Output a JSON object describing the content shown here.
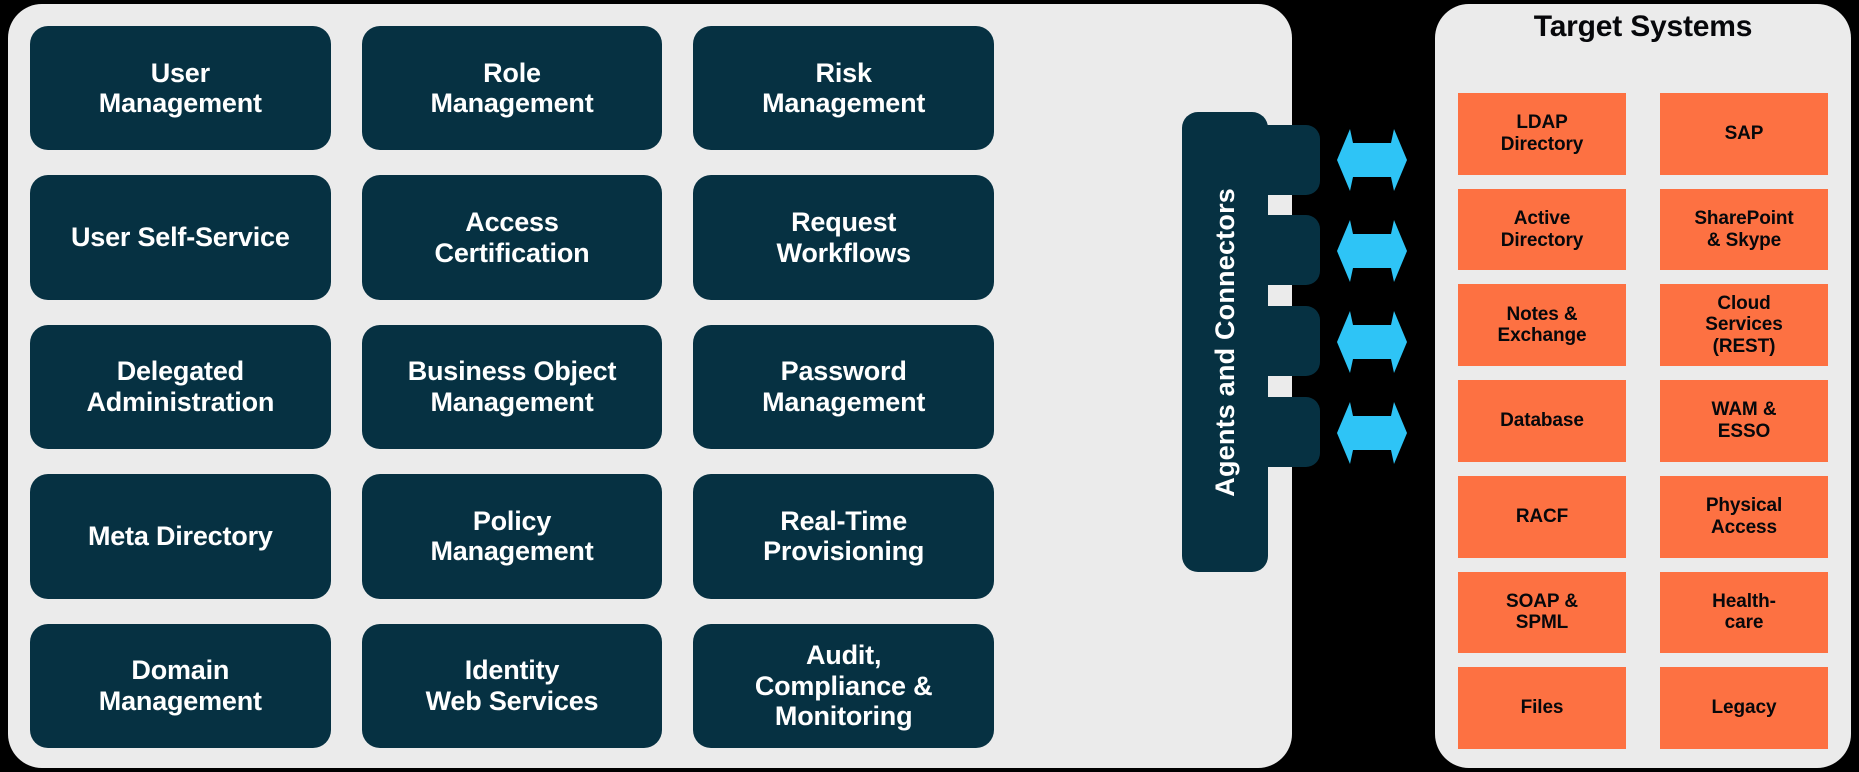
{
  "colors": {
    "background": "#000000",
    "panel": "#ebebeb",
    "capability_box": "#063142",
    "capability_text": "#ffffff",
    "target_box": "#fd7142",
    "target_text": "#07080b",
    "arrow": "#2ec4f6"
  },
  "left_panel": {
    "capabilities": [
      {
        "label": "User\nManagement"
      },
      {
        "label": "Role\nManagement"
      },
      {
        "label": "Risk\nManagement"
      },
      {
        "label": "User Self-Service"
      },
      {
        "label": "Access\nCertification"
      },
      {
        "label": "Request\nWorkflows"
      },
      {
        "label": "Delegated\nAdministration"
      },
      {
        "label": "Business Object\nManagement"
      },
      {
        "label": "Password\nManagement"
      },
      {
        "label": "Meta Directory"
      },
      {
        "label": "Policy\nManagement"
      },
      {
        "label": "Real-Time\nProvisioning"
      },
      {
        "label": "Domain\nManagement"
      },
      {
        "label": "Identity\nWeb Services"
      },
      {
        "label": "Audit,\nCompliance &\nMonitoring"
      }
    ]
  },
  "connector": {
    "label": "Agents and Connectors",
    "tab_count": 4
  },
  "arrows": {
    "count": 4,
    "direction": "bidirectional",
    "icon": "double-arrow-horizontal-icon"
  },
  "right_panel": {
    "title": "Target Systems",
    "systems": [
      {
        "label": "LDAP\nDirectory"
      },
      {
        "label": "SAP"
      },
      {
        "label": "Active\nDirectory"
      },
      {
        "label": "SharePoint\n& Skype"
      },
      {
        "label": "Notes &\nExchange"
      },
      {
        "label": "Cloud\nServices\n(REST)"
      },
      {
        "label": "Database"
      },
      {
        "label": "WAM &\nESSO"
      },
      {
        "label": "RACF"
      },
      {
        "label": "Physical\nAccess"
      },
      {
        "label": "SOAP &\nSPML"
      },
      {
        "label": "Health-\ncare"
      },
      {
        "label": "Files"
      },
      {
        "label": "Legacy"
      }
    ]
  }
}
